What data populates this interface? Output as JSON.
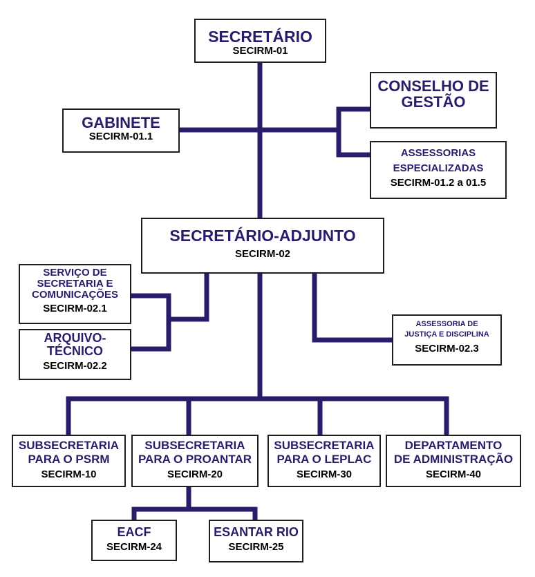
{
  "colors": {
    "connector": "#2b1b6b",
    "title_text": "#2b1b6b",
    "code_text": "#000000",
    "box_border": "#1f1f1f"
  },
  "units": {
    "secretario": {
      "name": "SECRETÁRIO",
      "code": "SECIRM-01"
    },
    "gabinete": {
      "name": "GABINETE",
      "code": "SECIRM-01.1"
    },
    "conselho": {
      "name": "CONSELHO DE\nGESTÃO",
      "code": ""
    },
    "assessorias": {
      "name": "ASSESSORIAS\nESPECIALIZADAS",
      "code": "SECIRM-01.2 a 01.5"
    },
    "adjunto": {
      "name": "SECRETÁRIO-ADJUNTO",
      "code": "SECIRM-02"
    },
    "servico": {
      "name": "SERVIÇO DE\nSECRETARIA E\nCOMUNICAÇÕES",
      "code": "SECIRM-02.1"
    },
    "arquivo": {
      "name": "ARQUIVO-\nTÉCNICO",
      "code": "SECIRM-02.2"
    },
    "justica": {
      "name": "ASSESSORIA DE\nJUSTIÇA E DISCIPLINA",
      "code": "SECIRM-02.3"
    },
    "psrm": {
      "name": "SUBSECRETARIA\nPARA O PSRM",
      "code": "SECIRM-10"
    },
    "proantar": {
      "name": "SUBSECRETARIA\nPARA O PROANTAR",
      "code": "SECIRM-20"
    },
    "leplac": {
      "name": "SUBSECRETARIA\nPARA O LEPLAC",
      "code": "SECIRM-30"
    },
    "administracao": {
      "name": "DEPARTAMENTO\nDE ADMINISTRAÇÃO",
      "code": "SECIRM-40"
    },
    "eacf": {
      "name": "EACF",
      "code": "SECIRM-24"
    },
    "esantar": {
      "name": "ESANTAR RIO",
      "code": "SECIRM-25"
    }
  }
}
